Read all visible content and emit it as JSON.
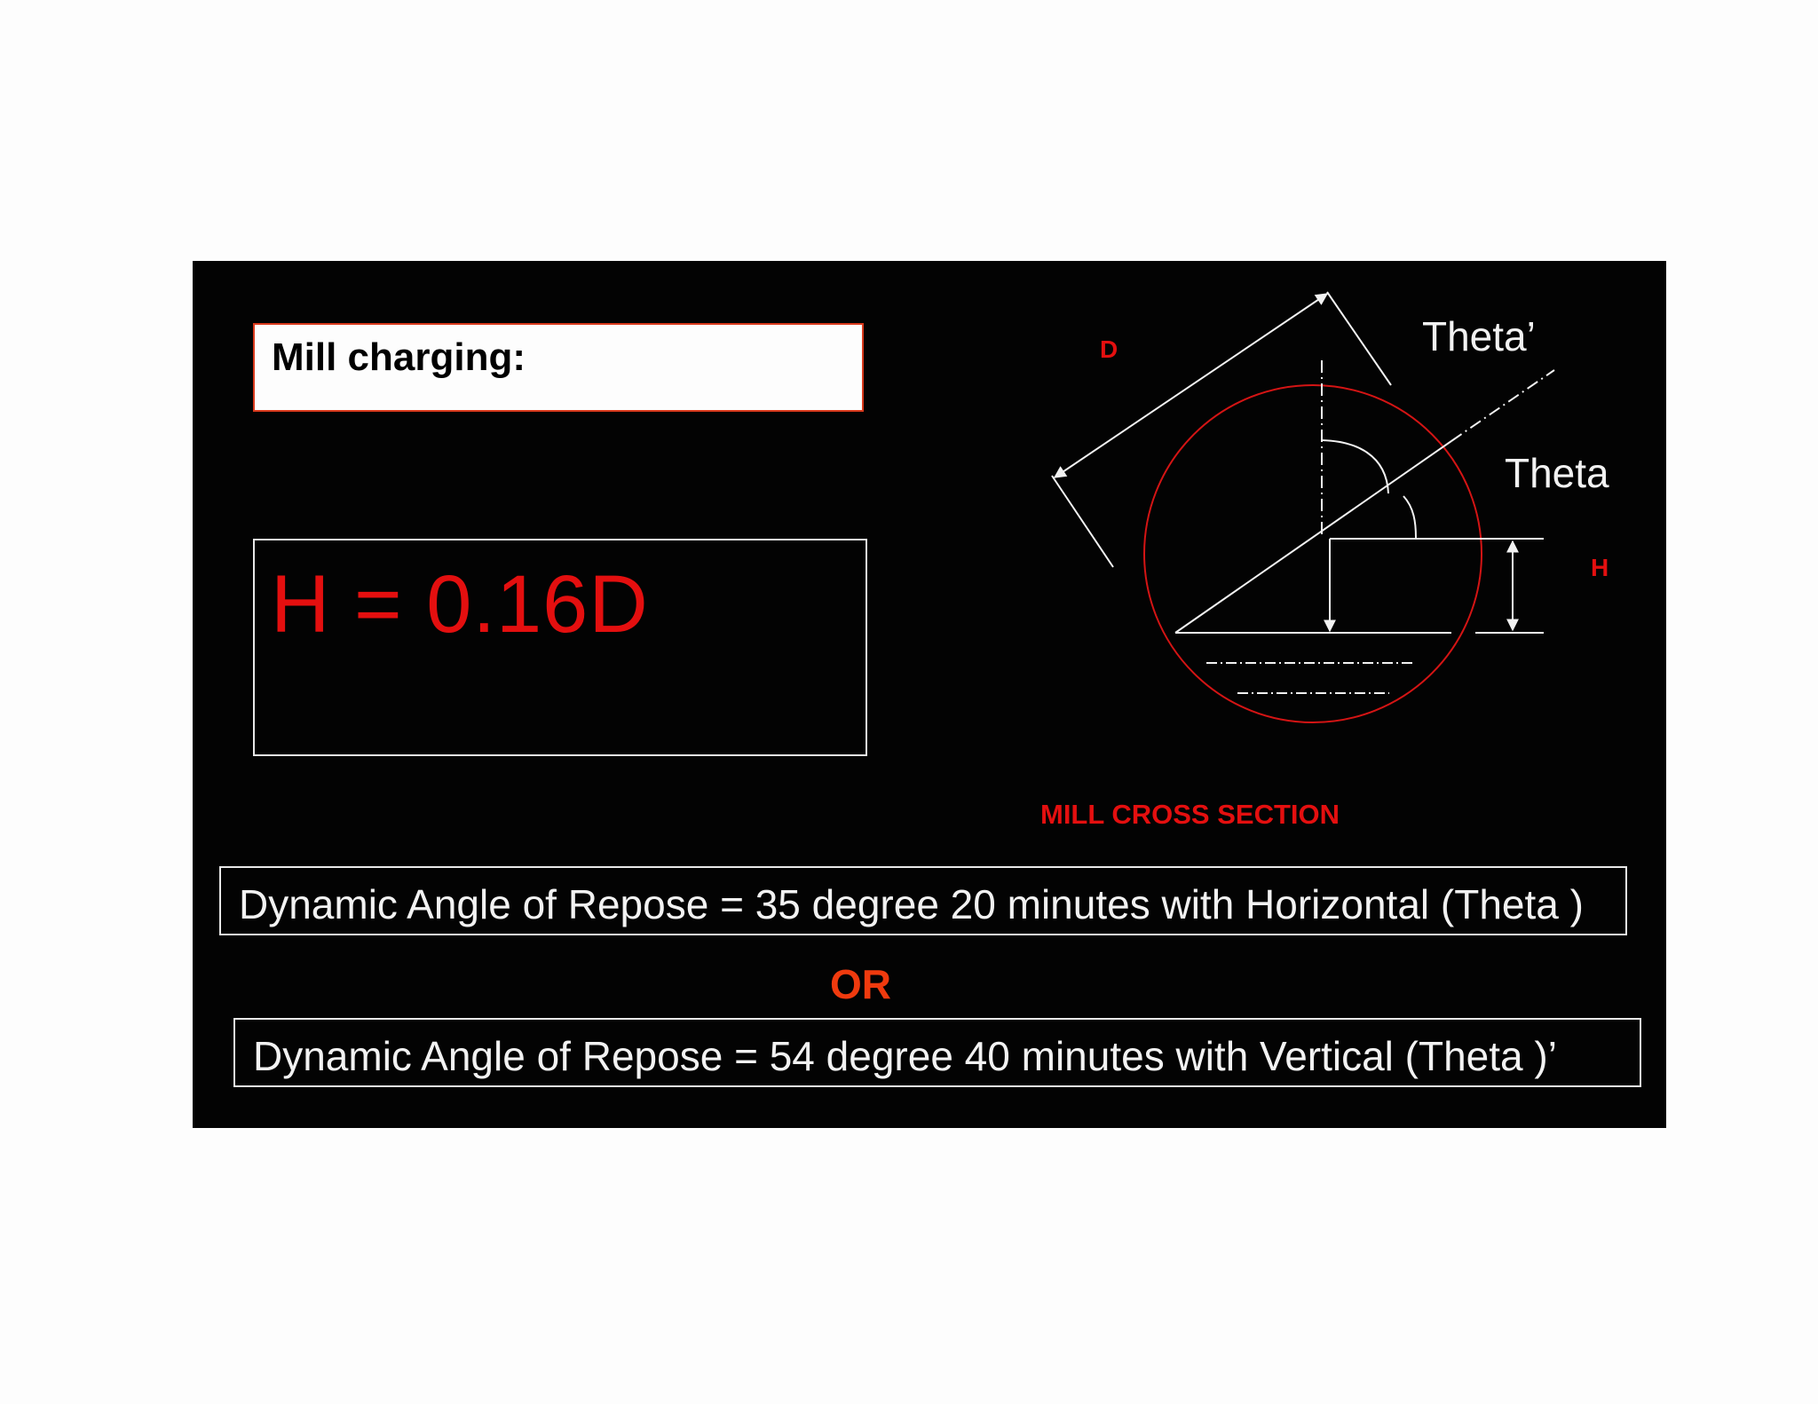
{
  "slide": {
    "title": "Mill charging:",
    "formula": "H = 0.16D",
    "diagram": {
      "label_d": "D",
      "label_h": "H",
      "label_theta_prime": "Theta’",
      "label_theta": "Theta",
      "caption": "MILL CROSS SECTION"
    },
    "equation_horizontal": "Dynamic Angle of Repose = 35 degree 20 minutes with Horizontal (Theta )",
    "or_text": "OR",
    "equation_vertical": "Dynamic Angle of Repose = 54 degree 40 minutes with Vertical (Theta )’"
  },
  "colors": {
    "slide_background": "#030303",
    "accent_red": "#e40f0f",
    "or_orange": "#f03a0e",
    "line_white": "#f2f2f2",
    "page_background": "#fdfdfd"
  }
}
